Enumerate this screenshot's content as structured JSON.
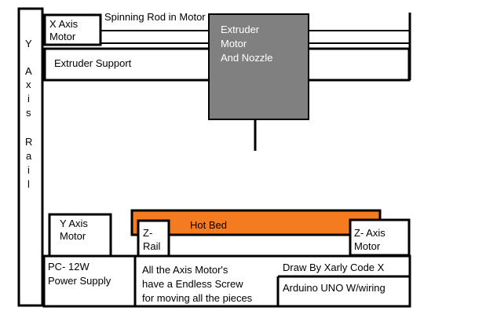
{
  "colors": {
    "stroke": "#000000",
    "fill": "#ffffff",
    "extruder_fill": "#808080",
    "hotbed_fill": "#f47b20"
  },
  "labels": {
    "y_axis_rail": [
      "Y",
      "A",
      "x",
      "i",
      "s",
      "R",
      "a",
      "i",
      "l"
    ],
    "x_axis_motor": [
      "X Axis",
      "Motor"
    ],
    "spinning_rod": "Spinning Rod in Motor",
    "extruder_motor": [
      "Extruder",
      "Motor",
      "And Nozzle"
    ],
    "extruder_support": "Extruder Support",
    "y_axis_motor": [
      "Y Axis",
      "Motor"
    ],
    "hot_bed": "Hot Bed",
    "z_rail": [
      "Z-",
      "Rail"
    ],
    "z_axis_motor": [
      "Z- Axis",
      "Motor"
    ],
    "power_supply": [
      "PC- 12W",
      "Power Supply"
    ],
    "axis_note": [
      "All the Axis Motor's",
      "have a Endless Screw",
      "for moving all the pieces"
    ],
    "credit": "Draw By Xarly Code X",
    "arduino": "Arduino UNO W/wiring"
  }
}
